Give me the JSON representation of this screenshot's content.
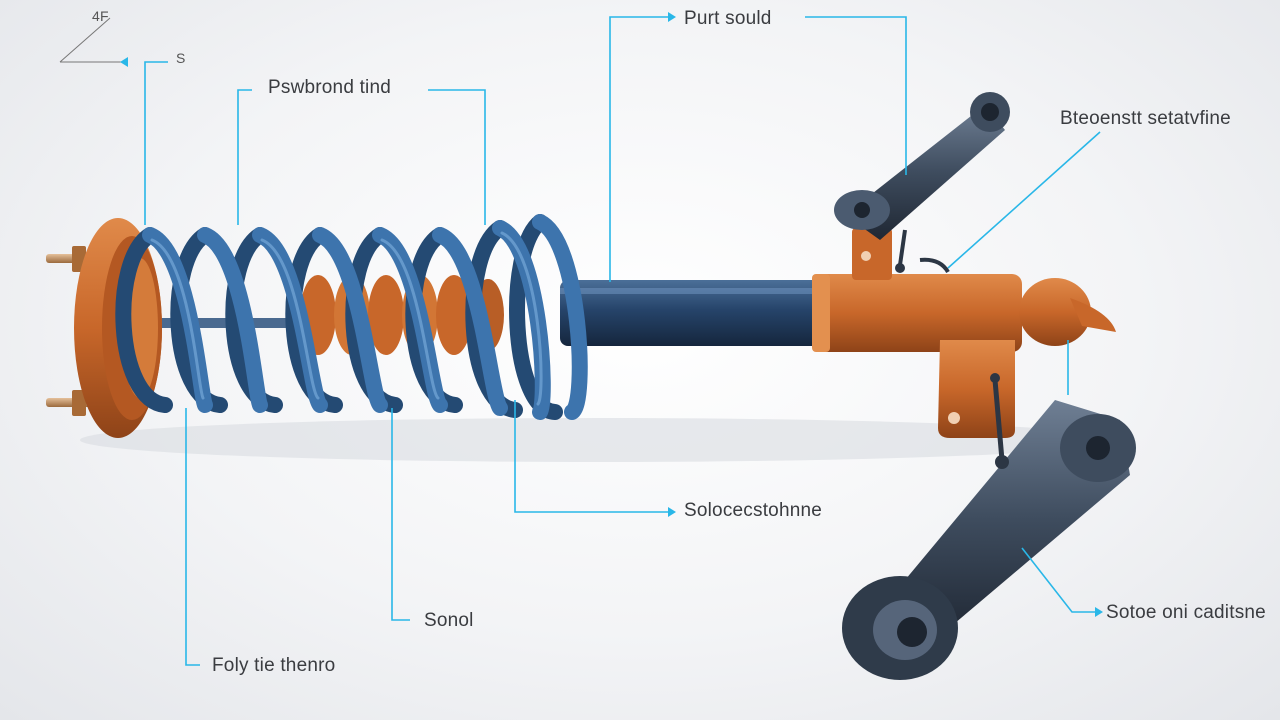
{
  "corner_marks": {
    "top": "4F",
    "bottom": "S"
  },
  "labels": {
    "top_left": "Pswbrond tind",
    "top_center": "Purt sould",
    "right_upper": "Bteoenstt setatvfine",
    "center_lower": "Solocecstohnne",
    "right_lower": "Sotoe oni caditsne",
    "bottom_center": "Sonol",
    "bottom_left": "Foly tie thenro"
  },
  "colors": {
    "spring": "#2f5f8e",
    "orange": "#c8672a",
    "rod": "#26446a",
    "arm": "#3e4c5e",
    "leader": "#29b7e8"
  }
}
